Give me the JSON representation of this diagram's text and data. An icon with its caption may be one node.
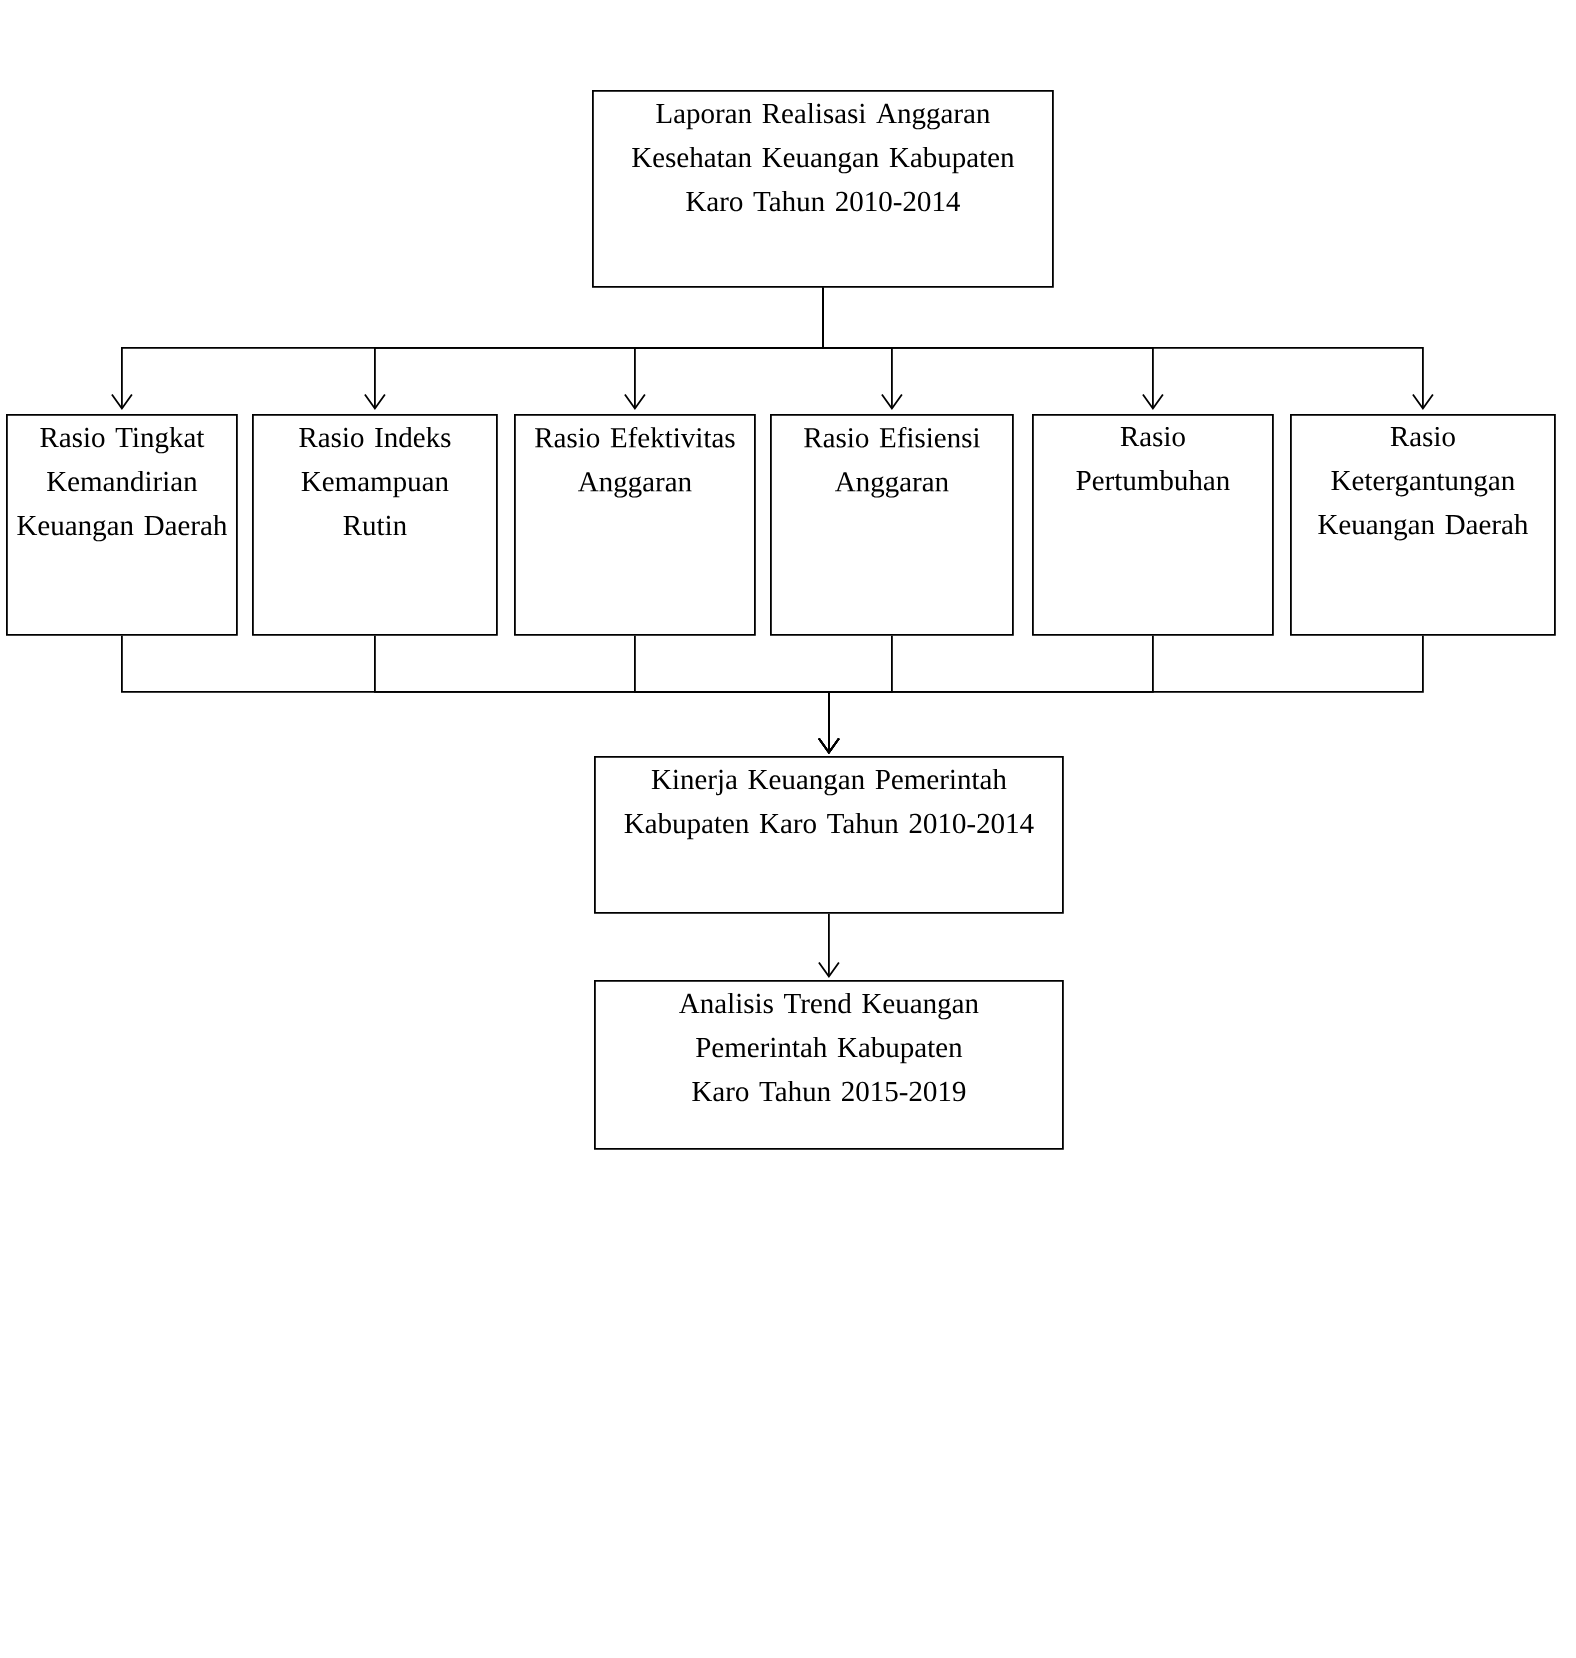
{
  "diagram": {
    "nodes": [
      {
        "text": [
          "Laporan Realisasi Anggaran Kesehatan Keuangan Kabupaten Karo Tahun 2010-2014"
        ]
      },
      {
        "text": [
          "Rasio Tingkat Kemandirian Keuangan Daerah"
        ]
      },
      {
        "text": [
          "Rasio Indeks Kemampuan Rutin"
        ]
      },
      {
        "text": [
          "Rasio Efektivitas Anggaran"
        ]
      },
      {
        "text": [
          "Rasio Efisiensi Anggaran"
        ]
      },
      {
        "text": [
          "Rasio Pertumbuhan"
        ]
      },
      {
        "text": [
          "Rasio Ketergantungan Keuangan Daerah"
        ]
      },
      {
        "text": [
          "Kinerja Keuangan Pemerintah Kabupaten Karo Tahun 2010-2014"
        ]
      },
      {
        "text": [
          "Analisis Trend Keuangan Pemerintah Kabupaten Karo Tahun 2015-2019"
        ]
      }
    ],
    "edges": [
      {
        "from": 0,
        "to": 1,
        "arrow": "to"
      },
      {
        "from": 0,
        "to": 2,
        "arrow": "to"
      },
      {
        "from": 0,
        "to": 3,
        "arrow": "to"
      },
      {
        "from": 0,
        "to": 4,
        "arrow": "to"
      },
      {
        "from": 0,
        "to": 5,
        "arrow": "to"
      },
      {
        "from": 0,
        "to": 6,
        "arrow": "to"
      },
      {
        "from": 1,
        "to": 7,
        "arrow": "to"
      },
      {
        "from": 2,
        "to": 7,
        "arrow": "to"
      },
      {
        "from": 3,
        "to": 7,
        "arrow": "to"
      },
      {
        "from": 4,
        "to": 7,
        "arrow": "to"
      },
      {
        "from": 5,
        "to": 7,
        "arrow": "to"
      },
      {
        "from": 6,
        "to": 7,
        "arrow": "to"
      },
      {
        "from": 7,
        "to": 8,
        "arrow": "to"
      }
    ]
  }
}
